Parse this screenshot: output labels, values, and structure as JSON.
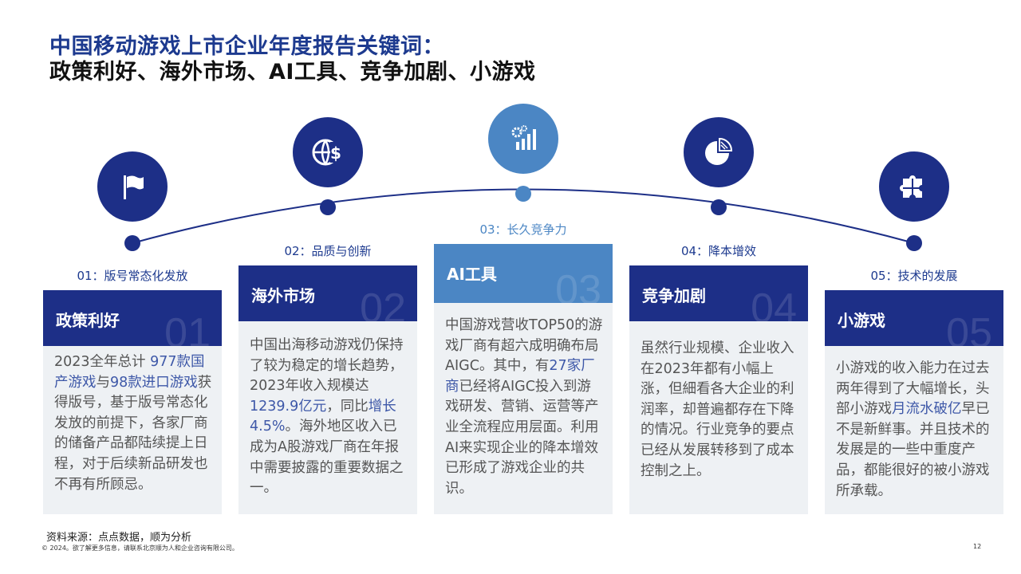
{
  "title": {
    "line1": "中国移动游戏上市企业年度报告关键词：",
    "line2": "政策利好、海外市场、AI工具、竞争加剧、小游戏"
  },
  "colors": {
    "primary": "#1d2f87",
    "accent": "#4b86c4",
    "card_bg": "#eef1f4",
    "highlight": "#3e58a8"
  },
  "keywords": [
    {
      "label": "01：版号常态化发放",
      "heading": "政策利好",
      "number": "01",
      "icon": "flag-icon",
      "body": [
        {
          "t": "2023全年总计 "
        },
        {
          "t": "977款国产游戏",
          "hl": true
        },
        {
          "t": "与"
        },
        {
          "t": "98款进口游戏",
          "hl": true
        },
        {
          "t": "获得版号，基于版号常态化发放的前提下，各家厂商的储备产品都陆续提上日程，对于后续新品研发也不再有所顾忌。"
        }
      ]
    },
    {
      "label": "02：品质与创新",
      "heading": "海外市场",
      "number": "02",
      "icon": "globe-dollar-icon",
      "body": [
        {
          "t": "中国出海移动游戏仍保持了较为稳定的增长趋势，2023年收入规模达"
        },
        {
          "t": "1239.9亿元",
          "hl": true
        },
        {
          "t": "，同比"
        },
        {
          "t": "增长4.5%",
          "hl": true
        },
        {
          "t": "。海外地区收入已成为A股游戏厂商在年报中需要披露的重要数据之一。"
        }
      ]
    },
    {
      "label": "03：长久竞争力",
      "heading": "AI工具",
      "number": "03",
      "icon": "gear-chart-icon",
      "body": [
        {
          "t": "中国游戏营收TOP50的游戏厂商有超六成明确布局AIGC。其中，有"
        },
        {
          "t": "27家厂商",
          "hl": true
        },
        {
          "t": "已经将AIGC投入到游戏研发、营销、运营等产业全流程应用层面。利用AI来实现企业的降本增效已形成了游戏企业的共识。"
        }
      ]
    },
    {
      "label": "04：降本增效",
      "heading": "竞争加剧",
      "number": "04",
      "icon": "pie-chart-icon",
      "body": [
        {
          "t": "虽然行业规模、企业收入在2023年都有小幅上涨，但細看各大企业的利润率，却普遍都存在下降的情况。行业竞争的要点已经从发展转移到了成本控制之上。"
        }
      ]
    },
    {
      "label": "05：技术的发展",
      "heading": "小游戏",
      "number": "05",
      "icon": "puzzle-icon",
      "body": [
        {
          "t": "小游戏的收入能力在过去两年得到了大幅增长，头部小游戏"
        },
        {
          "t": "月流水破亿",
          "hl": true
        },
        {
          "t": "早已不是新鲜事。并且技术的发展是的一些中重度产品，都能很好的被小游戏所承载。"
        }
      ]
    }
  ],
  "footer": {
    "source": "资料来源：点点数据，顺为分析",
    "copyright": "© 2024。欲了解更多信息，请联系北京顺为人和企业咨询有限公司。",
    "page": "12"
  }
}
